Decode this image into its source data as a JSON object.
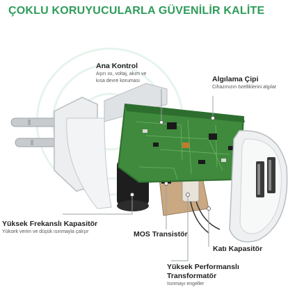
{
  "title": "ÇOKLU KORUYUCULARLA GÜVENİLİR KALİTE",
  "labels": {
    "ana_kontrol": {
      "heading": "Ana Kontrol",
      "desc_line1": "Aşırı ısı, voltaj, akım ve",
      "desc_line2": "kısa devre koruması"
    },
    "algilama_cipi": {
      "heading": "Algılama Çipi",
      "desc": "Cihazınızın özelliklerini algılar"
    },
    "yuksek_frekansli": {
      "heading": "Yüksek Frekanslı Kapasitör",
      "desc": "Yüksek verim ve düşük ısınmayla çalışır"
    },
    "mos_transistor": {
      "heading": "MOS Transistör"
    },
    "kati_kapasitor": {
      "heading": "Katı Kapasitör"
    },
    "yuksek_performansli": {
      "heading_line1": "Yüksek Performanslı",
      "heading_line2": "Transformatör",
      "desc": "Isınmayı engeller"
    }
  },
  "colors": {
    "title": "#2e9c5a",
    "pcb": "#3f8a3c",
    "pcb_dark": "#2d6e2f",
    "housing": "#e9ebec",
    "plug_pin": "#bfc3c6",
    "callout_line": "#ffffff"
  }
}
